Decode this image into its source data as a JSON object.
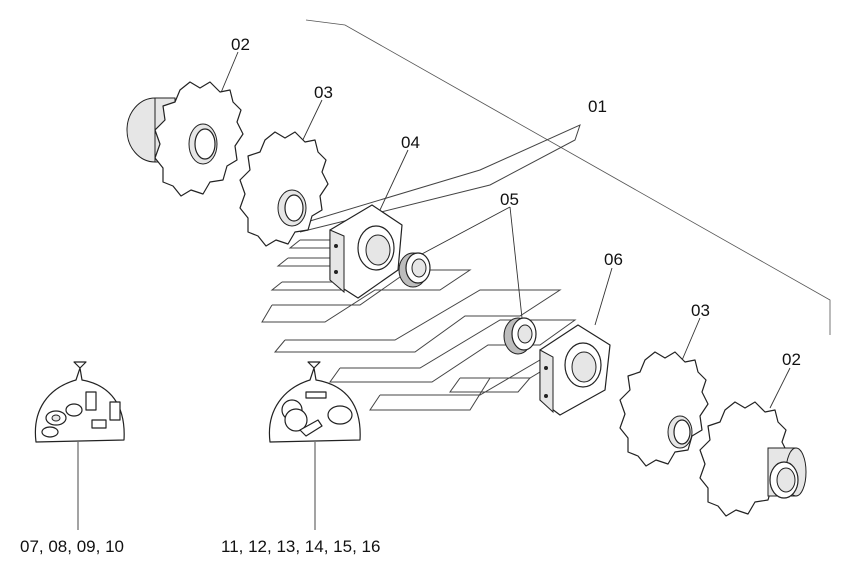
{
  "labels": {
    "sprocket_left": "02",
    "sprocket_mid_left": "03",
    "assembly": "01",
    "housing_left": "04",
    "bearing": "05",
    "housing_right": "06",
    "sprocket_mid_right": "03",
    "sprocket_right": "02",
    "kit_a": "07, 08, 09, 10",
    "kit_b": "11, 12, 13, 14, 15, 16"
  }
}
